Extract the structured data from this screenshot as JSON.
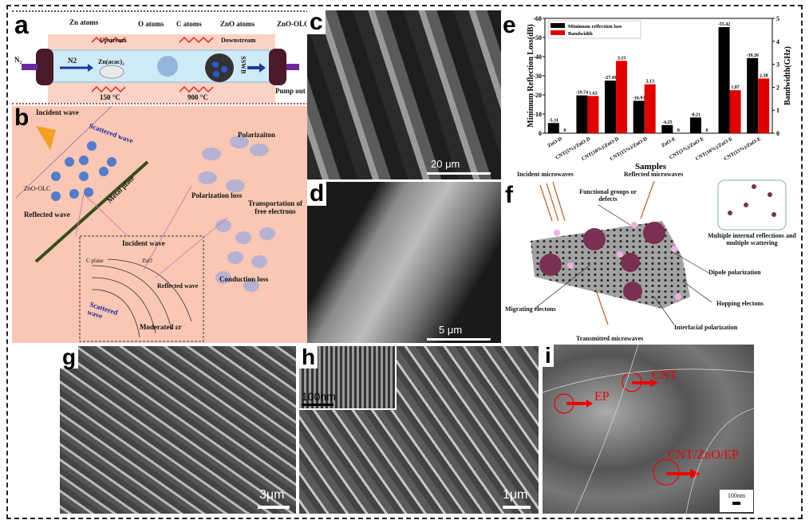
{
  "panels": {
    "a": {
      "label": "a",
      "legend": [
        "Zn atoms",
        "O atoms",
        "C atoms",
        "ZnO atoms",
        "ZnO-OLC"
      ],
      "inlet": "N₂",
      "carrier": "N2",
      "precursor": "Zn(acac)₂",
      "upstream": "Upstream",
      "downstream": "Downstream",
      "substrate": "SSWB",
      "temp_low": "150 °C",
      "temp_high": "900 °C",
      "pump": "Pump out"
    },
    "b": {
      "label": "b",
      "incident_wave": "Incident wave",
      "scattered_wave": "Scattered wave",
      "zno_olc": "ZnO-OLC",
      "reflected_wave": "Reflected wave",
      "metal_plate": "Metal plate",
      "polarization": "Polarizaiton",
      "polarization_loss": "Polarization loss",
      "transport": "Transportation of free electrons",
      "conduction_loss": "Conduction loss",
      "inset_incident": "Incident wave",
      "c_plane": "C plane",
      "zno": "ZnO",
      "inset_reflected": "Reflected wave",
      "inset_scattered": "Scattered wave",
      "moderated": "Moderated εr"
    },
    "c": {
      "label": "c",
      "scale": "20 μm"
    },
    "d": {
      "label": "d",
      "scale": "5 μm"
    },
    "e": {
      "label": "e"
    },
    "f": {
      "label": "f",
      "incident": "Incident microwaves",
      "reflected": "Reflected microwaves",
      "functional": "Functional groups or defects",
      "multiple": "Multiple internal reflections and multiple scattering",
      "dipole": "Dipole polarization",
      "hopping": "Hopping electons",
      "migrating": "Migrating electons",
      "interfacial": "Interfacial polarization",
      "transmitted": "Transmitted microwaves"
    },
    "g": {
      "label": "g",
      "scale": "3μm"
    },
    "h": {
      "label": "h",
      "scale": "1μm",
      "inset_scale": "100nm"
    },
    "i": {
      "label": "i",
      "scale": "100nm",
      "annotations": [
        "CNT",
        "EP",
        "CNT/ZnO/EP"
      ]
    }
  },
  "chart_data": {
    "type": "bar",
    "categories": [
      "ZnO-D",
      "CNT(5%)/ZnO-D",
      "CNT(10%)/ZnO-D",
      "CNT(15%)/ZnO-D",
      "ZnO-E",
      "CNT(5%)/ZnO-E",
      "CNT(10%)/ZnO-E",
      "CNT(15%)/ZnO-E"
    ],
    "series": [
      {
        "name": "Minimum reflection loss",
        "axis": "left",
        "color": "#000000",
        "values": [
          -5.31,
          -19.74,
          -27.49,
          -16.93,
          -4.25,
          -8.21,
          -55.42,
          -39.26
        ],
        "labels": [
          "-5.31",
          "-19.74",
          "-27.49",
          "-16.93",
          "-4.25",
          "-8.21",
          "-55.42",
          "-39.26"
        ]
      },
      {
        "name": "Bandwidth",
        "axis": "right",
        "color": "#e00000",
        "values": [
          0,
          1.62,
          3.15,
          2.13,
          0,
          0,
          1.87,
          2.38
        ],
        "labels": [
          "0",
          "1.62",
          "3.15",
          "2.13",
          "0",
          "0",
          "1.87",
          "2.38"
        ]
      }
    ],
    "xlabel": "Samples",
    "ylabel": "Minimum Reflection Loss(dB)",
    "y2label": "Bandwidth(GHz)",
    "ylim": [
      0,
      -60
    ],
    "yticks": [
      "0",
      "-10",
      "-20",
      "-30",
      "-40",
      "-50",
      "-60"
    ],
    "y2lim": [
      0,
      5
    ],
    "y2ticks": [
      "0",
      "1",
      "2",
      "3",
      "4",
      "5"
    ],
    "legend": "top-left",
    "grid": false
  }
}
